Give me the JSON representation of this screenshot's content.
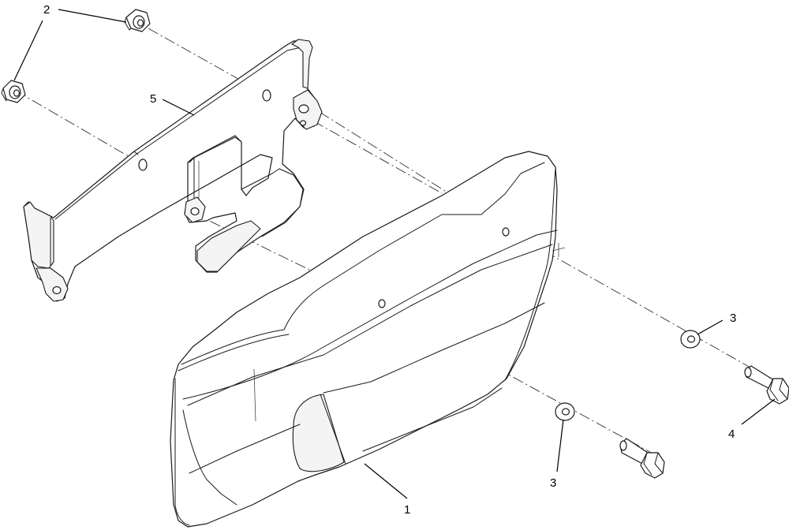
{
  "callouts": [
    {
      "id": "c1",
      "label": "1"
    },
    {
      "id": "c2",
      "label": "2"
    },
    {
      "id": "c3a",
      "label": "3"
    },
    {
      "id": "c3b",
      "label": "3"
    },
    {
      "id": "c4",
      "label": "4"
    },
    {
      "id": "c5",
      "label": "5"
    }
  ],
  "colors": {
    "line": "#1a1a1a",
    "background": "#ffffff"
  }
}
